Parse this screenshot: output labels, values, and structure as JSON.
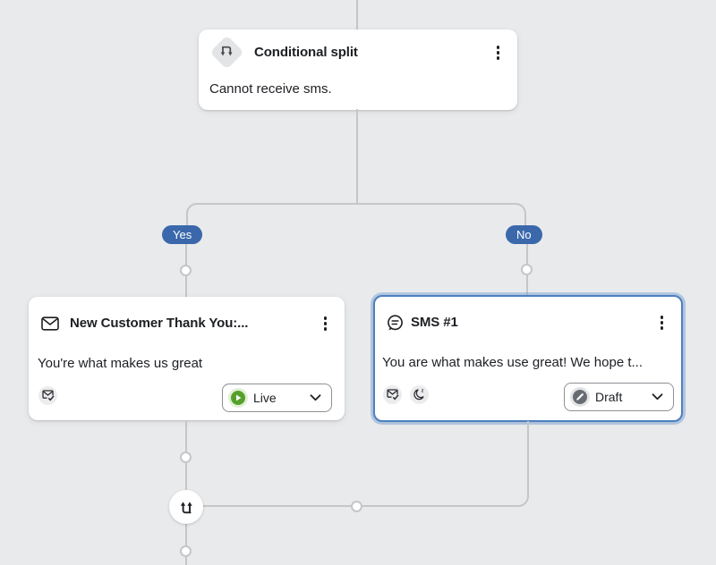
{
  "flow": {
    "conditional_split": {
      "title": "Conditional split",
      "description": "Cannot receive sms."
    },
    "branches": {
      "yes_label": "Yes",
      "no_label": "No"
    },
    "email_card": {
      "title": "New Customer Thank You:...",
      "preview": "You're what makes us great",
      "status_label": "Live"
    },
    "sms_card": {
      "title": "SMS #1",
      "preview": "You are what makes use great! We hope t...",
      "status_label": "Draft",
      "selected": true
    },
    "icons": {
      "conditional_split": "split-arrows-icon",
      "email_card": "envelope-icon",
      "sms_card": "chat-bubble-icon",
      "email_tracking": "envelope-check-icon",
      "quiet_hours": "moon-z-icon",
      "live_status": "play-icon",
      "draft_status": "pencil-icon",
      "merge_node": "merge-arrows-icon"
    },
    "colors": {
      "background": "#e9eaec",
      "connector_line": "#c5c6c8",
      "branch_badge_blue": "#3a68ab",
      "selection_blue": "#4d80c0",
      "live_green": "#55a02c",
      "draft_gray": "#676c72"
    }
  }
}
